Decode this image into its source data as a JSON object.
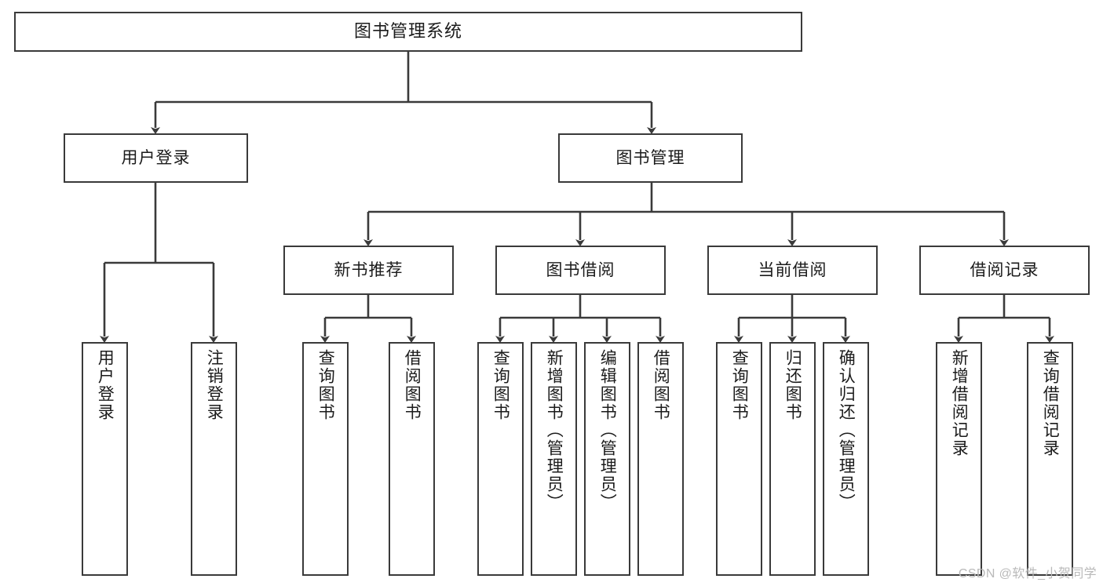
{
  "diagram": {
    "title": "图书管理系统",
    "watermark": "CSDN @软件_小贺同学",
    "colors": {
      "stroke": "#3a3a3a",
      "fill": "#ffffff",
      "text": "#1b1b1b",
      "watermark": "#b9b9b9"
    }
  },
  "nodes": {
    "root": {
      "label": "图书管理系统",
      "orientation": "horizontal"
    },
    "level2": [
      {
        "id": "user-login",
        "label": "用户登录",
        "orientation": "horizontal"
      },
      {
        "id": "book-management",
        "label": "图书管理",
        "orientation": "horizontal"
      }
    ],
    "level3": [
      {
        "id": "new-book-recommend",
        "label": "新书推荐",
        "orientation": "horizontal"
      },
      {
        "id": "book-borrow",
        "label": "图书借阅",
        "orientation": "horizontal"
      },
      {
        "id": "current-borrow",
        "label": "当前借阅",
        "orientation": "horizontal"
      },
      {
        "id": "borrow-record",
        "label": "借阅记录",
        "orientation": "horizontal"
      }
    ],
    "leaves": [
      {
        "id": "leaf-user-login",
        "label": "用户登录",
        "parent": "user-login",
        "orientation": "vertical"
      },
      {
        "id": "leaf-user-logout",
        "label": "注销登录",
        "parent": "user-login",
        "orientation": "vertical"
      },
      {
        "id": "leaf-query-book-1",
        "label": "查询图书",
        "parent": "new-book-recommend",
        "orientation": "vertical"
      },
      {
        "id": "leaf-borrow-book-1",
        "label": "借阅图书",
        "parent": "new-book-recommend",
        "orientation": "vertical"
      },
      {
        "id": "leaf-query-book-2",
        "label": "查询图书",
        "parent": "book-borrow",
        "orientation": "vertical"
      },
      {
        "id": "leaf-add-book",
        "label": "新增图书（管理员）",
        "parent": "book-borrow",
        "orientation": "vertical"
      },
      {
        "id": "leaf-edit-book",
        "label": "编辑图书（管理员）",
        "parent": "book-borrow",
        "orientation": "vertical"
      },
      {
        "id": "leaf-borrow-book-2",
        "label": "借阅图书",
        "parent": "book-borrow",
        "orientation": "vertical"
      },
      {
        "id": "leaf-query-book-3",
        "label": "查询图书",
        "parent": "current-borrow",
        "orientation": "vertical"
      },
      {
        "id": "leaf-return-book",
        "label": "归还图书",
        "parent": "current-borrow",
        "orientation": "vertical"
      },
      {
        "id": "leaf-confirm-return",
        "label": "确认归还（管理员）",
        "parent": "current-borrow",
        "orientation": "vertical"
      },
      {
        "id": "leaf-add-record",
        "label": "新增借阅记录",
        "parent": "borrow-record",
        "orientation": "vertical"
      },
      {
        "id": "leaf-query-record",
        "label": "查询借阅记录",
        "parent": "borrow-record",
        "orientation": "vertical"
      }
    ]
  }
}
